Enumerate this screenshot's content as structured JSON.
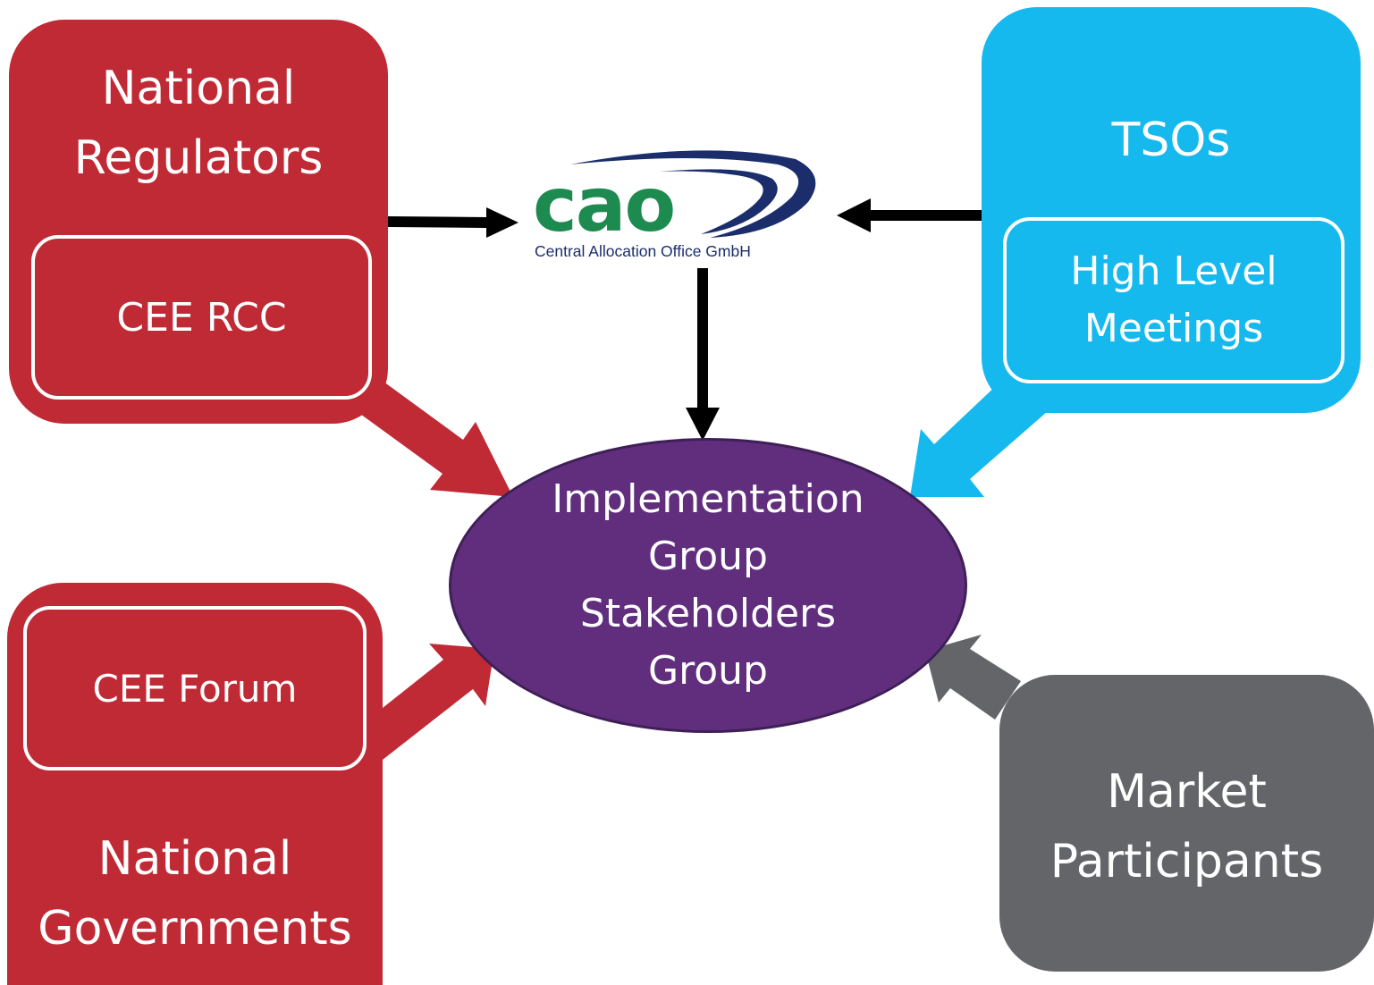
{
  "nodes": {
    "national_regulators": {
      "label_line1": "National",
      "label_line2": "Regulators",
      "inner": "CEE RCC"
    },
    "national_governments": {
      "label_line1": "National",
      "label_line2": "Governments",
      "inner": "CEE Forum"
    },
    "tsos": {
      "label": "TSOs",
      "inner_line1": "High Level",
      "inner_line2": "Meetings"
    },
    "market_participants": {
      "label_line1": "Market",
      "label_line2": "Participants"
    },
    "hub": {
      "line1": "Implementation",
      "line2": "Group",
      "line3": "Stakeholders",
      "line4": "Group"
    }
  },
  "logo": {
    "wordmark": "cao",
    "caption": "Central Allocation Office GmbH"
  },
  "colors": {
    "regulators_red": "#bf2a35",
    "tsos_blue": "#15b9ee",
    "market_gray": "#646569",
    "hub_purple": "#612e7e",
    "logo_green": "#1d8a4f",
    "logo_navy": "#1b2e6b"
  }
}
